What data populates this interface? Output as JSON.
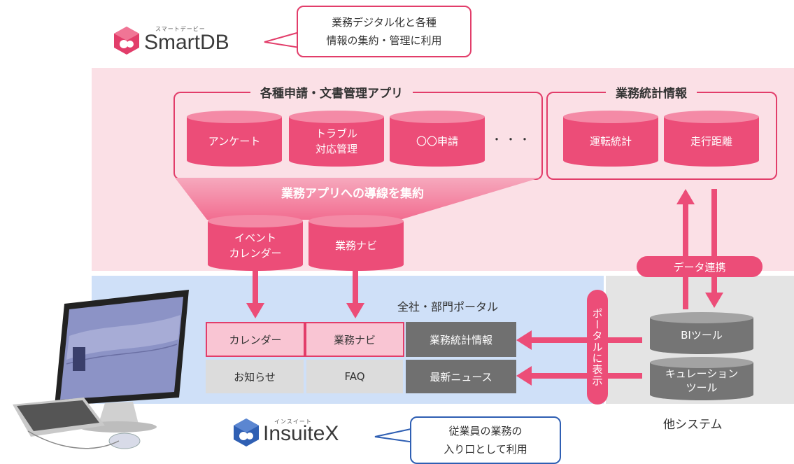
{
  "smartdb": {
    "logo_ruby": "スマートデービー",
    "logo_text": "SmartDB",
    "bubble_lines": [
      "業務デジタル化と各種",
      "情報の集約・管理に利用"
    ]
  },
  "apps_group": {
    "title": "各種申請・文書管理アプリ",
    "apps": [
      "アンケート",
      "トラブル\n対応管理",
      "〇〇申請"
    ],
    "ellipsis": "・・・"
  },
  "stats_group": {
    "title": "業務統計情報",
    "items": [
      "運転統計",
      "走行距離"
    ]
  },
  "funnel_label": "業務アプリへの導線を集約",
  "funnel_apps": [
    "イベント\nカレンダー",
    "業務ナビ"
  ],
  "data_link_label": "データ連携",
  "portal": {
    "title": "全社・部門ポータル",
    "cells": [
      "カレンダー",
      "業務ナビ",
      "業務統計情報",
      "お知らせ",
      "FAQ",
      "最新ニュース"
    ]
  },
  "portal_display_label": "ポータルに表示",
  "other_systems": {
    "tools": [
      "BIツール",
      "キュレーション\nツール"
    ],
    "label": "他システム"
  },
  "insuitex": {
    "logo_ruby": "インスイート",
    "logo_text": "InsuiteX",
    "bubble_lines": [
      "従業員の業務の",
      "入り口として利用"
    ]
  },
  "colors": {
    "accent": "#ec4d78",
    "pink_zone": "#fbe0e6",
    "blue_zone": "#cfe0f8",
    "gray_zone": "#e4e4e4",
    "dark_cell": "#707070",
    "insuitex_blue": "#2f5fb3"
  }
}
